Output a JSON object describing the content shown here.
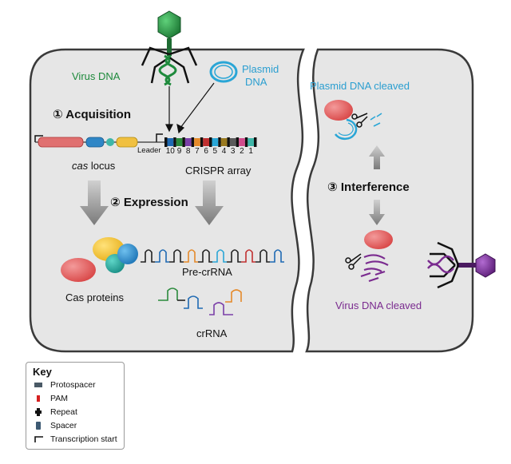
{
  "labels": {
    "virus_dna": "Virus DNA",
    "plasmid_dna_line1": "Plasmid",
    "plasmid_dna_line2": "DNA",
    "acquisition": "① Acquisition",
    "cas_locus_italic": "cas",
    "cas_locus_rest": " locus",
    "leader": "Leader",
    "crispr_array": "CRISPR array",
    "expression": "② Expression",
    "cas_proteins": "Cas proteins",
    "pre_crrna": "Pre-crRNA",
    "crrna": "crRNA",
    "plasmid_cleaved": "Plasmid DNA cleaved",
    "interference": "③ Interference",
    "virus_cleaved": "Virus DNA cleaved"
  },
  "spacer_numbers": [
    "10",
    "9",
    "8",
    "7",
    "6",
    "5",
    "4",
    "3",
    "2",
    "1"
  ],
  "key": {
    "title": "Key",
    "items": [
      {
        "label": "Protospacer",
        "icon": "protospacer-icon"
      },
      {
        "label": "PAM",
        "icon": "pam-icon"
      },
      {
        "label": "Repeat",
        "icon": "repeat-icon"
      },
      {
        "label": "Spacer",
        "icon": "spacer-icon"
      },
      {
        "label": "Transcription start",
        "icon": "transcription-start-icon"
      }
    ]
  },
  "colors": {
    "cell_fill": "#e6e6e6",
    "cell_stroke": "#3a3a3a",
    "virus_green": "#1e8a3c",
    "plasmid_blue": "#2aa6d6",
    "virus_purple": "#7a2b8f",
    "cas_red": "#e05a5a",
    "arrow_gray": "#8c8c8c"
  }
}
